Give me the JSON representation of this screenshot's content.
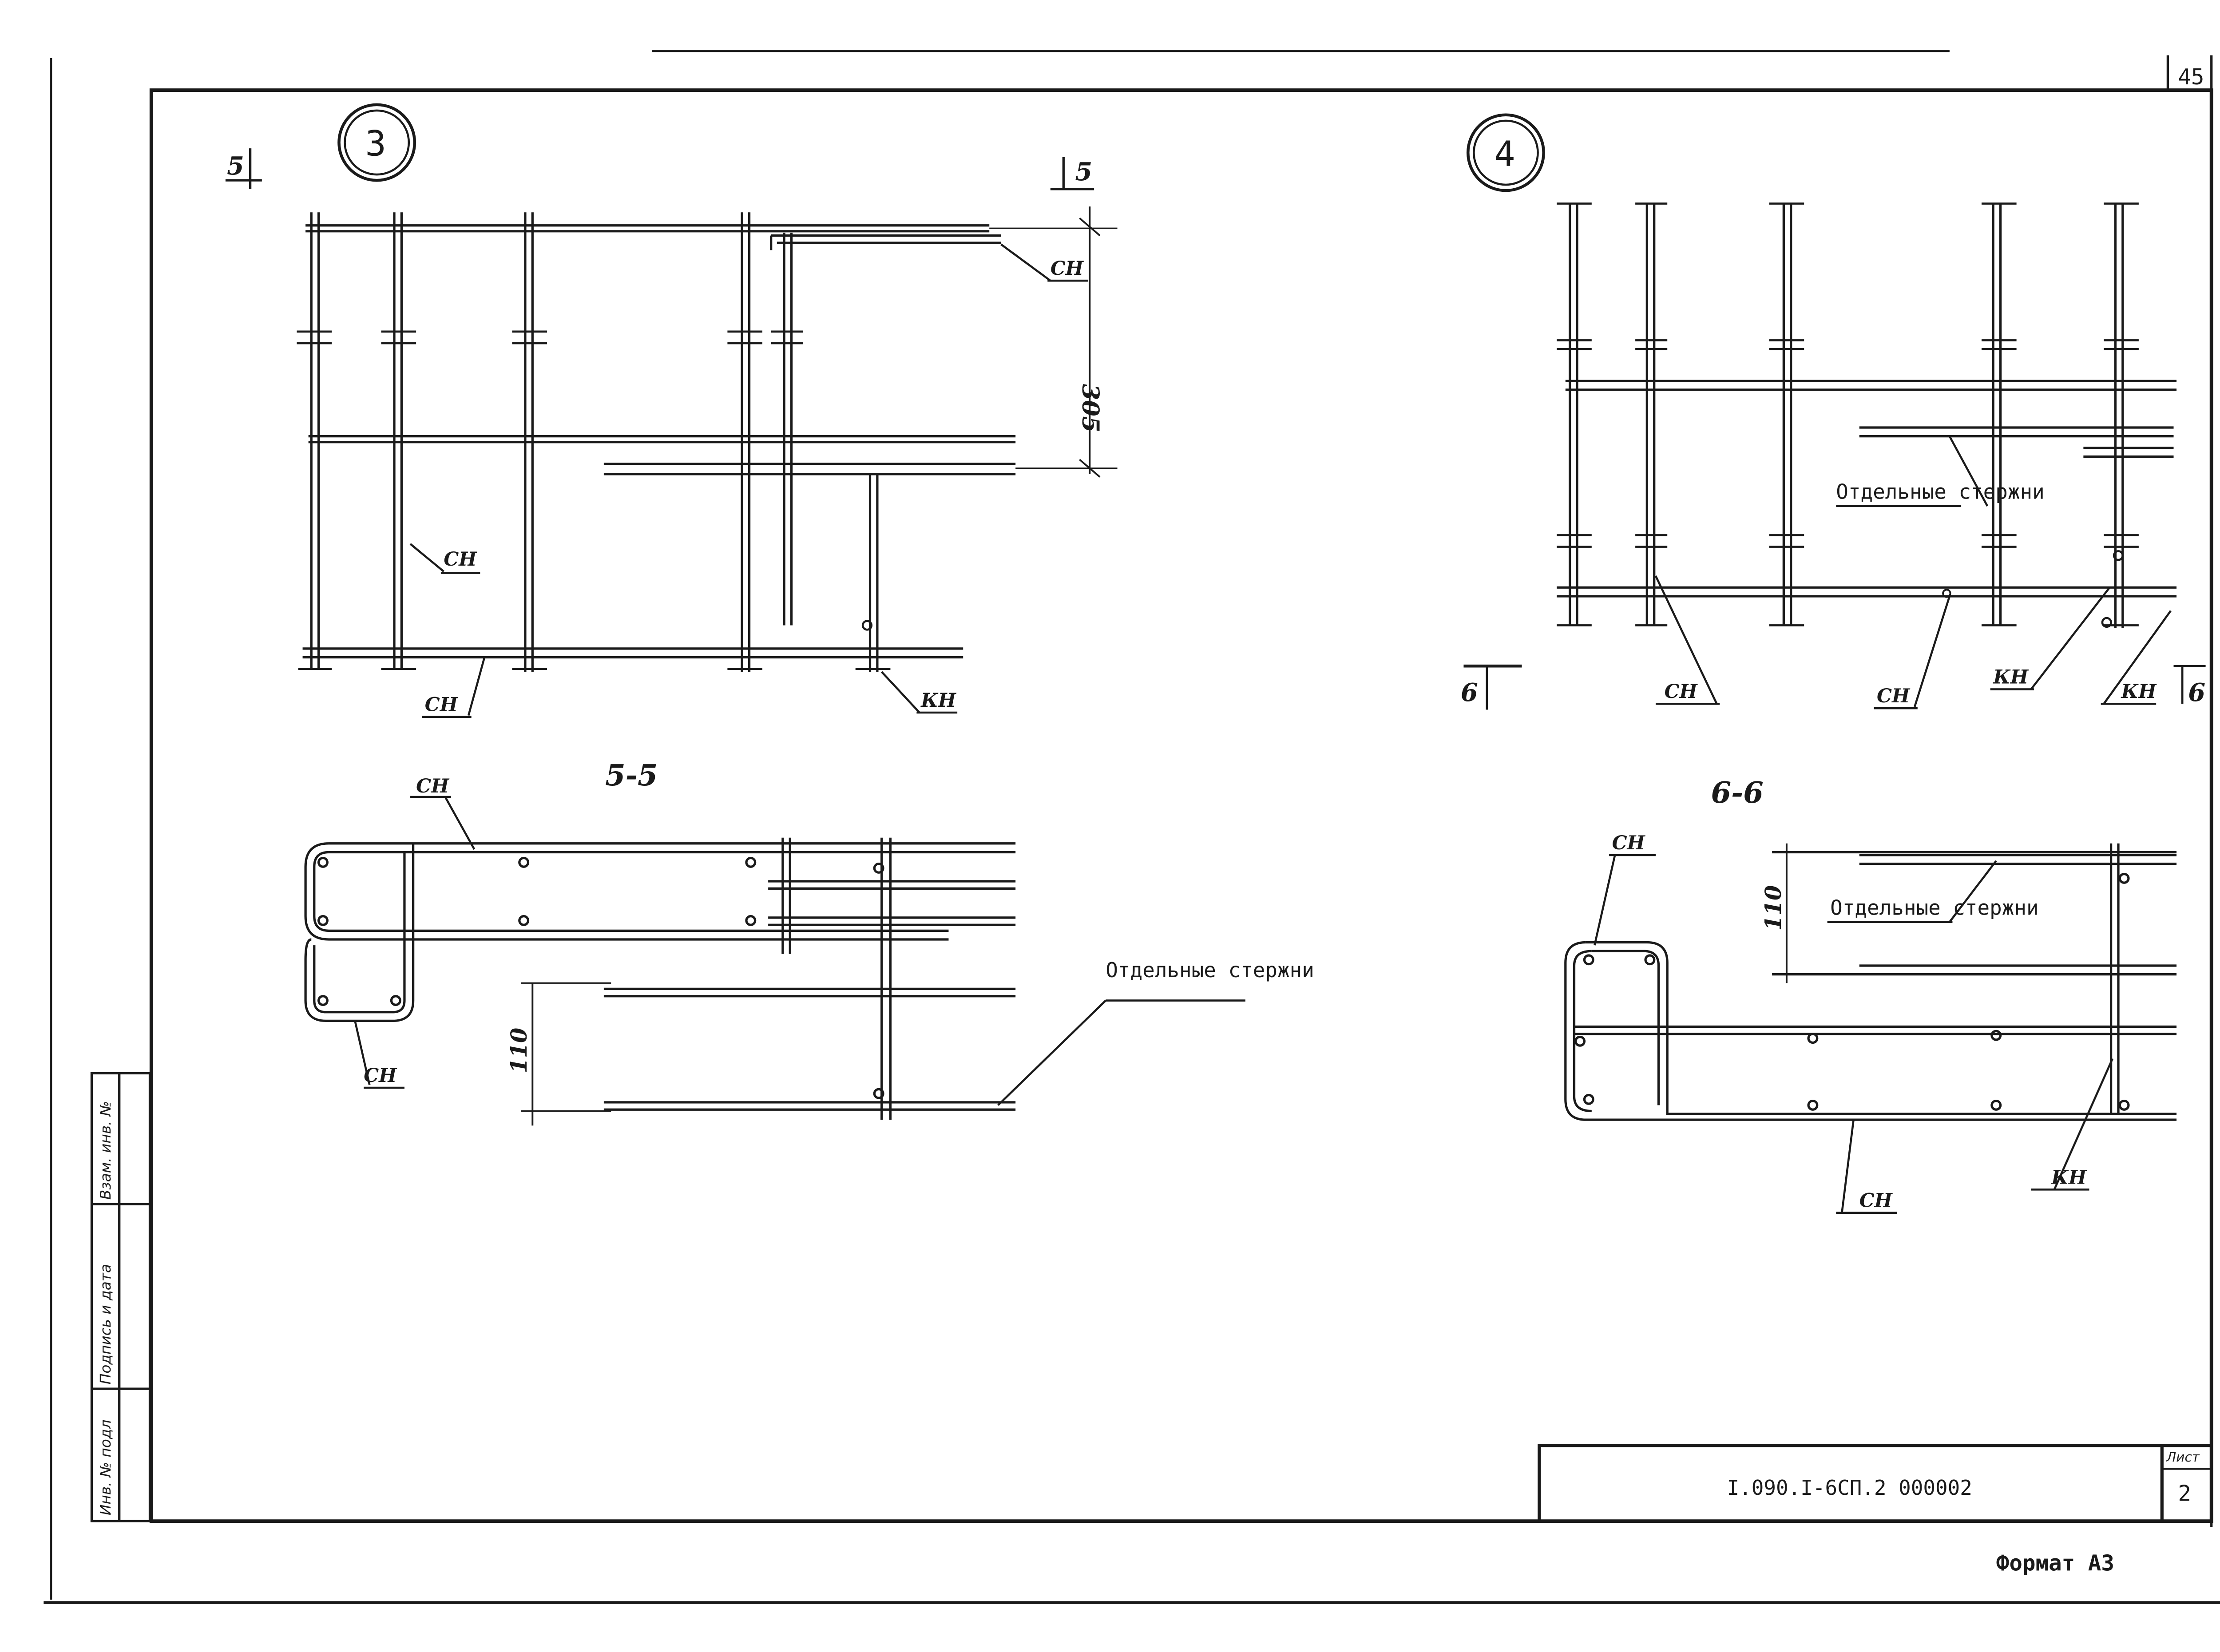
{
  "sheet": {
    "page_number": "45",
    "drawing_code": "I.090.I-6СП.2  000002",
    "list_label": "Лист",
    "list_number": "2",
    "format": "Формат А3"
  },
  "side_stamp": {
    "inv_orig": "Инв. № подл",
    "sign_date": "Подпись и дата",
    "replace_inv": "Взам. инв. №"
  },
  "drawing3": {
    "callout": "3",
    "section_mark_left": "5",
    "section_mark_right": "5",
    "dimension": "305",
    "label_top": "СН",
    "label_middle": "СН",
    "label_bottom": "СН",
    "label_kn": "КН"
  },
  "drawing4": {
    "callout": "4",
    "separate_bars": "Отдельные стержни",
    "label_cn_left": "СН",
    "label_cn_right": "СН",
    "label_kn_1": "КН",
    "label_kn_2": "КН",
    "section_mark_left": "6",
    "section_mark_right": "6"
  },
  "section55": {
    "title": "5-5",
    "label_top": "СН",
    "label_bottom": "СН",
    "dimension": "110",
    "separate_bars": "Отдельные стержни"
  },
  "section66": {
    "title": "6-6",
    "label_cn_top": "СН",
    "dimension": "110",
    "separate_bars": "Отдельные стержни",
    "label_cn_bottom": "СН",
    "label_kn": "КН"
  }
}
